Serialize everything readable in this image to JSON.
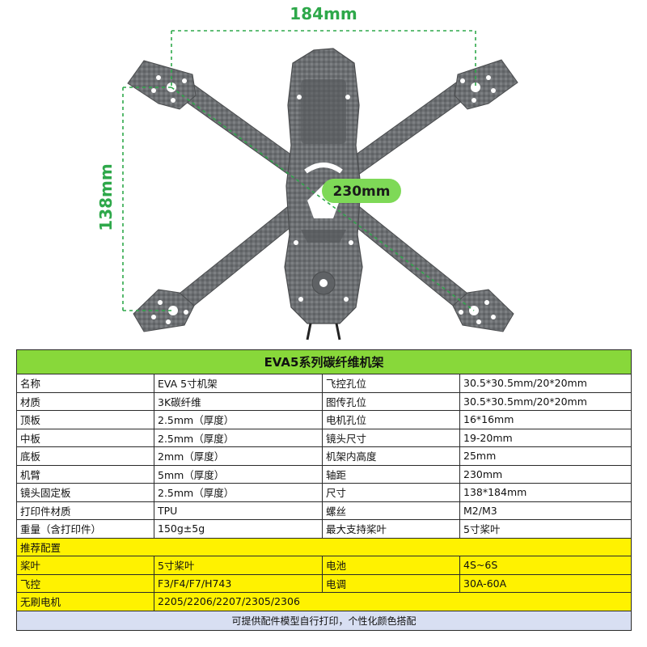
{
  "dimensions": {
    "width_label": "184mm",
    "height_label": "138mm",
    "diagonal_label": "230mm"
  },
  "colors": {
    "dimension_line": "#2ea84a",
    "badge": "#7ed957",
    "carbon": "#6f7275",
    "title_bar": "#88d83a",
    "highlight_rows": "#fff200",
    "footer": "#d8dff2"
  },
  "table": {
    "title": "EVA5系列碳纤维机架",
    "rows": [
      [
        "名称",
        "EVA 5寸机架",
        "飞控孔位",
        "30.5*30.5mm/20*20mm"
      ],
      [
        "材质",
        "3K碳纤维",
        "图传孔位",
        "30.5*30.5mm/20*20mm"
      ],
      [
        "顶板",
        "2.5mm（厚度）",
        "电机孔位",
        "16*16mm"
      ],
      [
        "中板",
        "2.5mm（厚度）",
        "镜头尺寸",
        "19-20mm"
      ],
      [
        "底板",
        "2mm（厚度）",
        "机架内高度",
        "25mm"
      ],
      [
        "机臂",
        "5mm（厚度）",
        "轴距",
        "230mm"
      ],
      [
        "镜头固定板",
        "2.5mm（厚度）",
        "尺寸",
        "138*184mm"
      ],
      [
        "打印件材质",
        "TPU",
        "螺丝",
        "M2/M3"
      ],
      [
        "重量（含打印件）",
        "150g±5g",
        "最大支持桨叶",
        "5寸桨叶"
      ]
    ],
    "recommended_header": "推荐配置",
    "recommended_rows": [
      [
        "桨叶",
        "5寸桨叶",
        "电池",
        "4S~6S"
      ],
      [
        "飞控",
        "F3/F4/F7/H743",
        "电调",
        "30A-60A"
      ]
    ],
    "motor_row": [
      "无刷电机",
      "2205/2206/2207/2305/2306"
    ],
    "footer": "可提供配件模型自行打印，个性化颜色搭配"
  }
}
